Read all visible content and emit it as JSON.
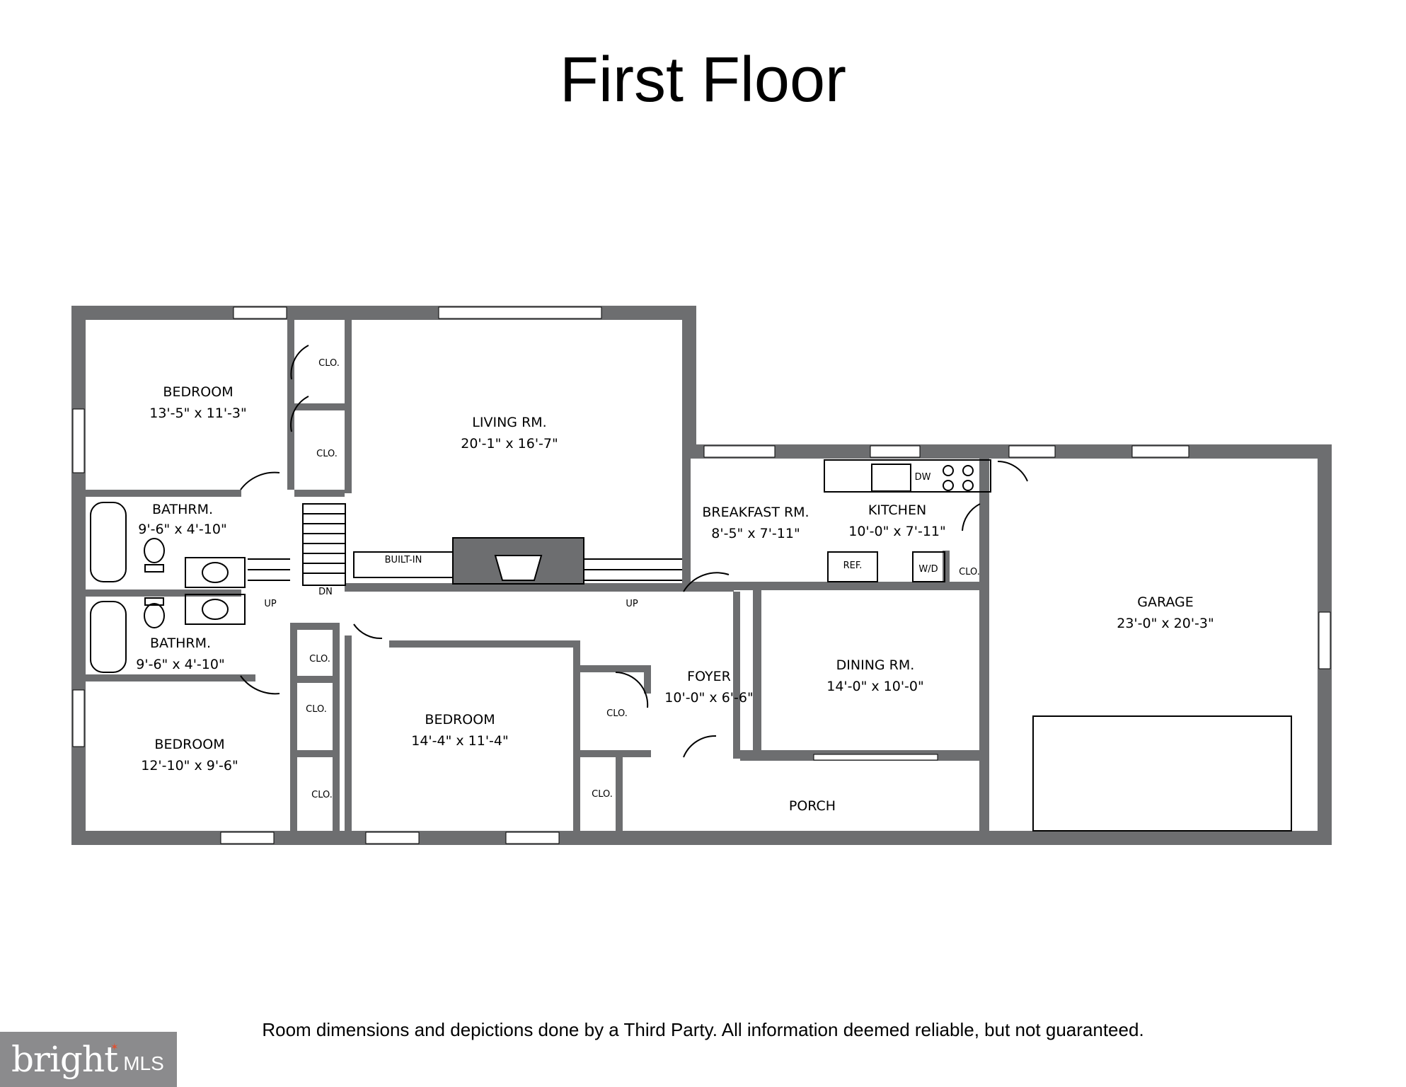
{
  "title": "First Floor",
  "disclaimer": "Room dimensions and depictions done by a Third Party. All information deemed reliable, but not guaranteed.",
  "logo": {
    "brand": "bright",
    "suffix": "MLS"
  },
  "colors": {
    "wall": "#6d6e70",
    "background": "#ffffff",
    "line": "#000000"
  },
  "rooms": {
    "bedroom_nw": {
      "name": "BEDROOM",
      "dims": "13'-5\" x 11'-3\""
    },
    "living": {
      "name": "LIVING RM.",
      "dims": "20'-1\" x 16'-7\""
    },
    "bath_upper": {
      "name": "BATHRM.",
      "dims": "9'-6\" x 4'-10\""
    },
    "bath_lower": {
      "name": "BATHRM.",
      "dims": "9'-6\" x 4'-10\""
    },
    "bedroom_sw": {
      "name": "BEDROOM",
      "dims": "12'-10\" x 9'-6\""
    },
    "bedroom_mid": {
      "name": "BEDROOM",
      "dims": "14'-4\" x 11'-4\""
    },
    "breakfast": {
      "name": "BREAKFAST RM.",
      "dims": "8'-5\" x 7'-11\""
    },
    "kitchen": {
      "name": "KITCHEN",
      "dims": "10'-0\" x 7'-11\""
    },
    "foyer": {
      "name": "FOYER",
      "dims": "10'-0\" x 6'-6\""
    },
    "dining": {
      "name": "DINING RM.",
      "dims": "14'-0\" x 10'-0\""
    },
    "garage": {
      "name": "GARAGE",
      "dims": "23'-0\" x 20'-3\""
    },
    "porch": {
      "name": "PORCH"
    }
  },
  "labels": {
    "closet": "CLO.",
    "built_in": "BUILT-IN",
    "up": "UP",
    "down": "DN",
    "refrigerator": "REF.",
    "washer_dryer": "W/D",
    "dishwasher": "DW"
  }
}
